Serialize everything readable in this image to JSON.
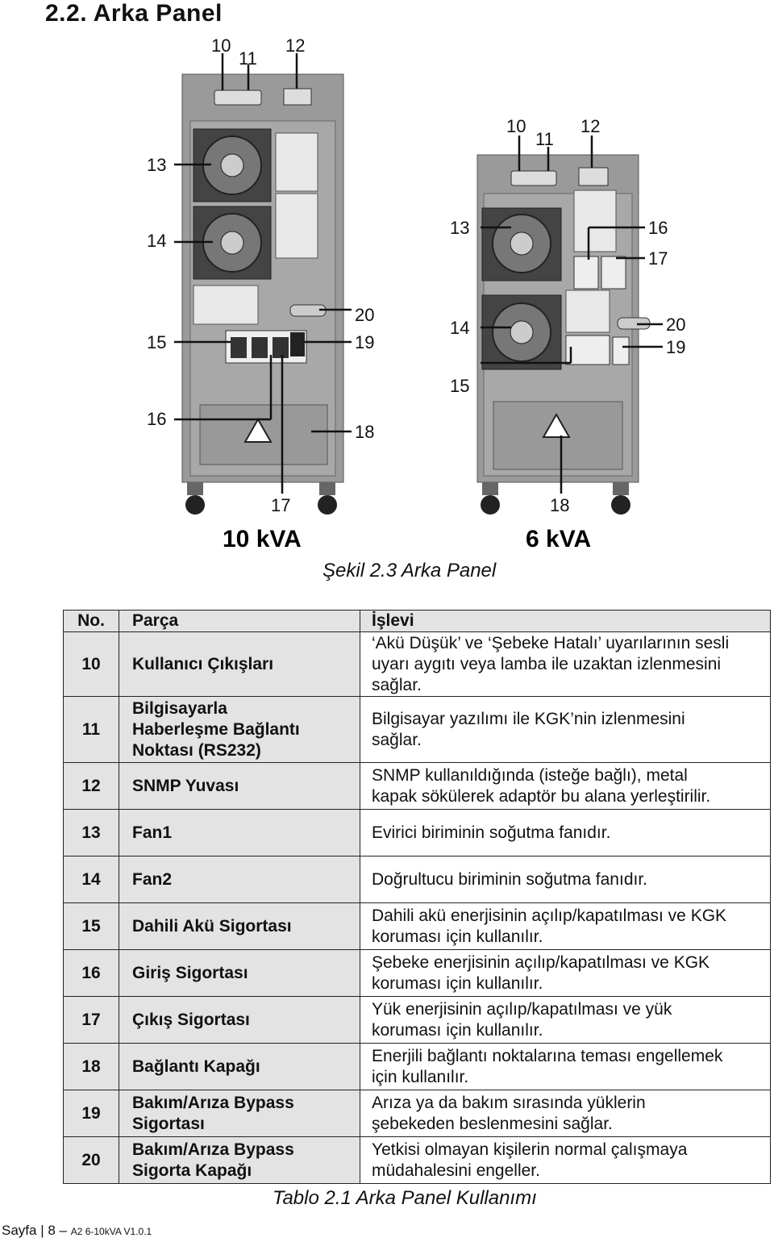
{
  "heading": "2.2. Arka Panel",
  "figure": {
    "left_labels": [
      "10",
      "11",
      "12",
      "13",
      "14",
      "15",
      "16",
      "17",
      "18",
      "19",
      "20"
    ],
    "left_model": "10 kVA",
    "right_labels": [
      "10",
      "11",
      "12",
      "13",
      "14",
      "15",
      "16",
      "17",
      "18",
      "19",
      "20"
    ],
    "right_model": "6 kVA",
    "caption": "Şekil 2.3 Arka Panel"
  },
  "table": {
    "headers": [
      "No.",
      "Parça",
      "İşlevi"
    ],
    "rows": [
      {
        "no": "10",
        "part": [
          "Kullanıcı Çıkışları"
        ],
        "func": [
          "‘Akü Düşük’ ve ‘Şebeke Hatalı’ uyarılarının sesli",
          "uyarı aygıtı veya lamba ile uzaktan izlenmesini",
          "sağlar."
        ]
      },
      {
        "no": "11",
        "part": [
          "Bilgisayarla",
          "Haberleşme Bağlantı",
          "Noktası (RS232)"
        ],
        "func": [
          "Bilgisayar yazılımı ile KGK’nin izlenmesini",
          "sağlar."
        ]
      },
      {
        "no": "12",
        "part": [
          "SNMP Yuvası"
        ],
        "func": [
          "SNMP kullanıldığında (isteğe bağlı), metal",
          "kapak sökülerek adaptör bu alana yerleştirilir."
        ]
      },
      {
        "no": "13",
        "part": [
          "Fan1"
        ],
        "func": [
          "Evirici biriminin soğutma fanıdır."
        ]
      },
      {
        "no": "14",
        "part": [
          "Fan2"
        ],
        "func": [
          "Doğrultucu biriminin soğutma fanıdır."
        ]
      },
      {
        "no": "15",
        "part": [
          "Dahili Akü Sigortası"
        ],
        "func": [
          "Dahili akü enerjisinin açılıp/kapatılması ve KGK",
          "koruması için kullanılır."
        ]
      },
      {
        "no": "16",
        "part": [
          "Giriş Sigortası"
        ],
        "func": [
          "Şebeke enerjisinin açılıp/kapatılması ve KGK",
          "koruması için kullanılır."
        ]
      },
      {
        "no": "17",
        "part": [
          "Çıkış Sigortası"
        ],
        "func": [
          "Yük enerjisinin açılıp/kapatılması ve yük",
          "koruması için kullanılır."
        ]
      },
      {
        "no": "18",
        "part": [
          "Bağlantı Kapağı"
        ],
        "func": [
          "Enerjili bağlantı noktalarına teması engellemek",
          "için kullanılır."
        ]
      },
      {
        "no": "19",
        "part": [
          "Bakım/Arıza Bypass",
          "Sigortası"
        ],
        "func": [
          "Arıza ya da bakım sırasında yüklerin",
          "şebekeden beslenmesini sağlar."
        ]
      },
      {
        "no": "20",
        "part": [
          "Bakım/Arıza Bypass",
          "Sigorta Kapağı"
        ],
        "func": [
          "Yetkisi olmayan kişilerin normal çalışmaya",
          "müdahalesini engeller."
        ]
      }
    ],
    "caption": "Tablo 2.1 Arka Panel Kullanımı"
  },
  "footer": {
    "text": "Sayfa | 8 –",
    "version": "A2 6-10kVA V1.0.1"
  }
}
